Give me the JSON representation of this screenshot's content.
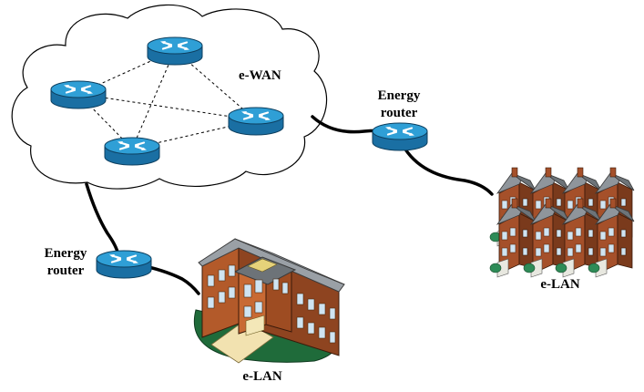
{
  "labels": {
    "wan": "e-WAN",
    "router_right_line1": "Energy",
    "router_right_line2": "router",
    "router_left_line1": "Energy",
    "router_left_line2": "router",
    "lan_right": "e-LAN",
    "lan_bottom": "e-LAN"
  },
  "icons": {
    "wan": "cloud-icon",
    "routers": "router-icon",
    "lan_right": "houses-icon",
    "lan_bottom": "building-icon"
  },
  "colors": {
    "router_top": "#2f9fd6",
    "router_side": "#1a6fa3",
    "brick": "#b35a2a",
    "roof": "#8a8f94",
    "lawn": "#1f6b3a",
    "mesh_line": "#000000"
  }
}
